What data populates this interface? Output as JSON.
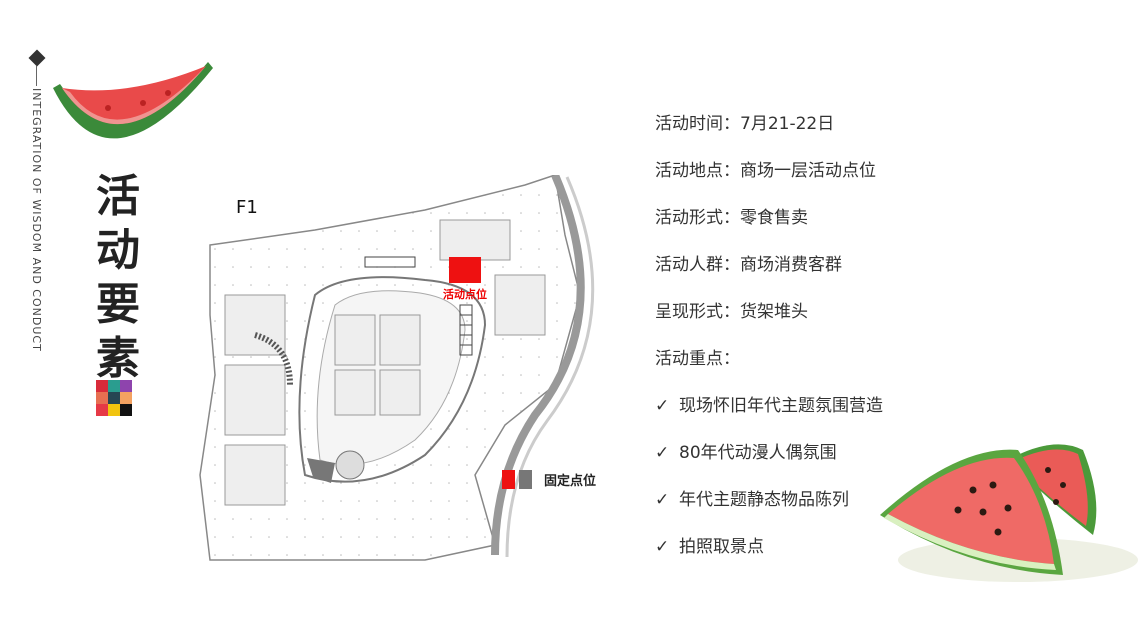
{
  "sidebar": {
    "vertical_text": "INTEGRATION OF WISDOM AND CONDUCT",
    "title": "活动要素"
  },
  "map": {
    "floor_label": "F1",
    "spot_label": "活动点位",
    "legend_label": "固定点位"
  },
  "info": {
    "time": "活动时间：7月21-22日",
    "location": "活动地点：商场一层活动点位",
    "form": "活动形式：零食售卖",
    "audience": "活动人群：商场消费客群",
    "display": "呈现形式：货架堆头",
    "focus_title": "活动重点：",
    "focus_items": [
      "现场怀旧年代主题氛围营造",
      "80年代动漫人偶氛围",
      "年代主题静态物品陈列",
      "拍照取景点"
    ]
  },
  "colors": {
    "spot": "#ee1111",
    "legend_gray": "#777777",
    "watermelon_flesh": "#e94a4a",
    "watermelon_rind": "#3b8a3a"
  }
}
